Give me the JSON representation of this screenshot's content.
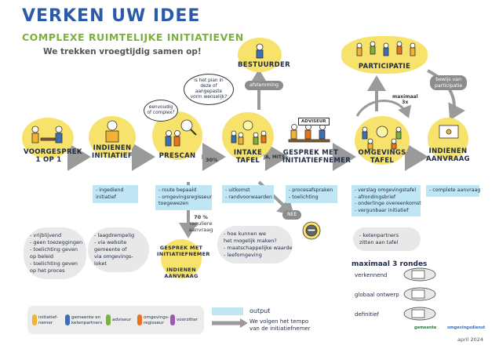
{
  "header": {
    "title": "VERKEN UW IDEE",
    "subtitle": "COMPLEXE RUIMTELIJKE INITIATIEVEN",
    "tagline": "We trekken vroegtijdig samen op!"
  },
  "stages": {
    "voorgesprek": [
      "VOORGESPREK",
      "1 OP 1"
    ],
    "indienen_initiatief": [
      "INDIENEN",
      "INITIATIEF"
    ],
    "prescan": [
      "PRESCAN"
    ],
    "intake_tafel": [
      "INTAKE",
      "TAFEL"
    ],
    "gesprek_initiatiefnemer": [
      "GESPREK MET",
      "INITIATIEFNEMER"
    ],
    "omgevingstafel": [
      "OMGEVINGS",
      "TAFEL"
    ],
    "indienen_aanvraag": [
      "INDIENEN",
      "AANVRAAG"
    ],
    "bestuurder": [
      "BESTUURDER"
    ],
    "participatie": [
      "PARTICIPATIE"
    ],
    "gesprek_small": [
      "GESPREK MET",
      "INITIATIEFNEMER"
    ],
    "indienen_aanvraag_small": [
      "INDIENEN",
      "AANVRAAG"
    ]
  },
  "outputs": {
    "indienen_initiatief": [
      "- ingediend",
      "  initiatief"
    ],
    "prescan": [
      "- route bepaald",
      "- omgevingsregisseur",
      "  toegewezen"
    ],
    "intake": [
      "- uitkomst",
      "- randvoorwaarden"
    ],
    "gesprek": [
      "- procesafspraken",
      "- toelichting"
    ],
    "omgevingstafel": [
      "- verslag omgevingstafel",
      "- afrondingsbrief",
      "- onderlinge overeenkomst",
      "- vergunbaar initiatief"
    ],
    "aanvraag": [
      "- complete aanvraag"
    ]
  },
  "notes": {
    "voorgesprek": [
      "- vrijblijvend",
      "- geen toezeggingen",
      "- toelichting geven",
      "  op beleid",
      "- toelichting geven",
      "  op het proces"
    ],
    "indienen": [
      "- laagdrempelig",
      "- via website",
      "  gemeente of",
      "  via omgevings-",
      "  loket"
    ],
    "intake": [
      "- hoe kunnen we",
      "  het mogelijk maken?",
      "- maatschappelijke waarde",
      "- leefomgeving"
    ],
    "omgevingstafel": [
      "- ketenpartners",
      "  zitten aan tafel"
    ]
  },
  "bubbles": {
    "plan": [
      "is het plan in",
      "deze of aangepaste",
      "vorm wenselijk?"
    ],
    "prescan": [
      "eenvoudig",
      "of complex?"
    ]
  },
  "flow_labels": {
    "pct30": "30%",
    "ja_mits": "JA, MITS",
    "pct70": [
      "70 %",
      "reguliere aanvraag"
    ],
    "nee": "NEE",
    "afstemming": "afstemming",
    "adviseur": "ADVISEUR",
    "maximaal": [
      "maximaal",
      "3x"
    ],
    "bewijs": [
      "bewijs van",
      "participatie"
    ]
  },
  "rondes": {
    "title": "maximaal 3 rondes",
    "items": [
      "verkennend",
      "globaal ontwerp",
      "definitief"
    ]
  },
  "legend": {
    "items": [
      {
        "label": [
          "initiatief-",
          "nemer"
        ],
        "color": "#f2b233"
      },
      {
        "label": [
          "gemeente en",
          "ketenpartners"
        ],
        "color": "#3b6fb6"
      },
      {
        "label": [
          "adviseur"
        ],
        "color": "#7bb13c"
      },
      {
        "label": [
          "omgevings-",
          "regisseur"
        ],
        "color": "#e8731a"
      },
      {
        "label": [
          "voorzitter"
        ],
        "color": "#9b59b6"
      }
    ],
    "output_label": "output",
    "tempo": [
      "We volgen het tempo",
      "van de initiatiefnemer"
    ]
  },
  "footer": {
    "date": "april 2024",
    "logo1": "gemeente",
    "logo2": "omgevingsdienst"
  },
  "colors": {
    "blob": "#f7e36b",
    "output": "#bfe6f2",
    "arrow": "#9a9a9a",
    "title": "#2b5aa8",
    "subtitle": "#7bb13c"
  }
}
